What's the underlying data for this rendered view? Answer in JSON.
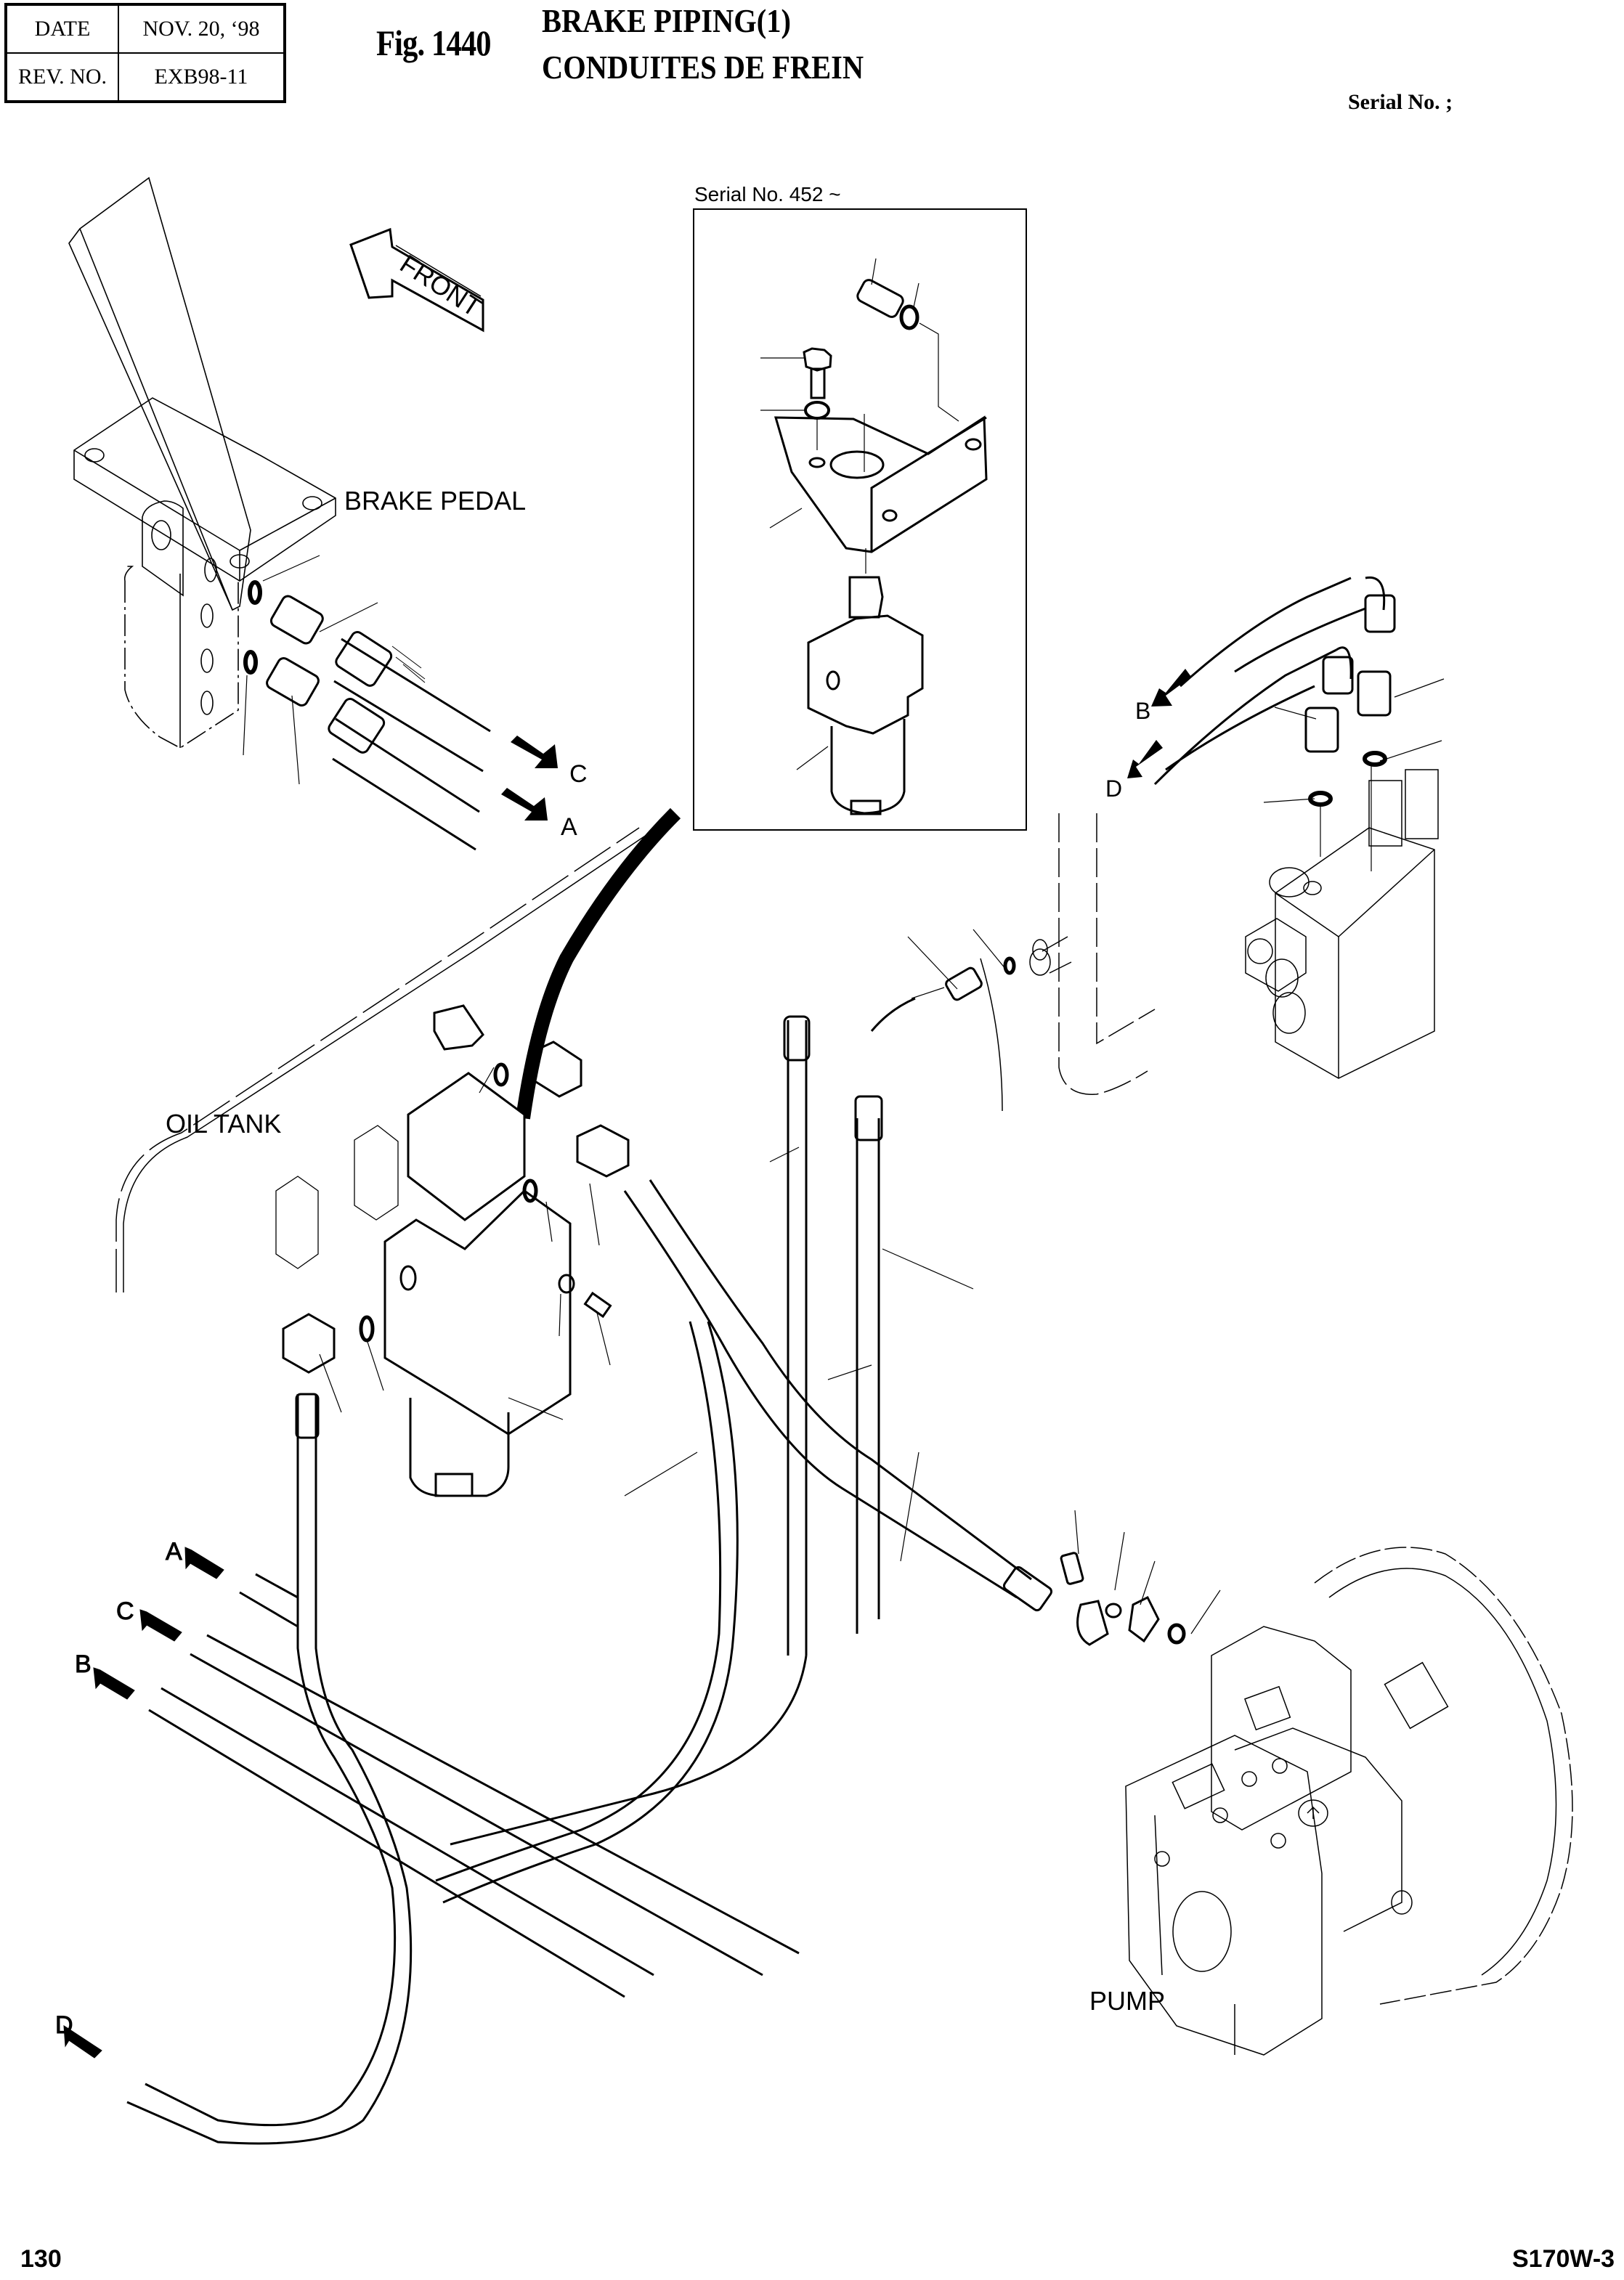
{
  "header": {
    "table": {
      "date_label": "DATE",
      "date_value": "NOV. 20, ‘98",
      "rev_label": "REV. NO.",
      "rev_value": "EXB98-11"
    },
    "figure_number": "Fig. 1440",
    "title_en": "BRAKE PIPING(1)",
    "title_fr": "CONDUITES DE FREIN",
    "serial_label": "Serial No. ;"
  },
  "inset": {
    "serial_label": "Serial No. 452 ~",
    "parts": [
      "bolt",
      "lock-washer",
      "bolt",
      "washer",
      "bracket",
      "brake-valve-cartridge",
      "filter-body"
    ]
  },
  "labels": {
    "front": "FRONT",
    "brake_pedal": "BRAKE PEDAL",
    "oil_tank": "OIL TANK",
    "pump": "PUMP"
  },
  "connection_markers": {
    "pedal_outputs": [
      "C",
      "A"
    ],
    "valve_outputs": [
      "B",
      "D"
    ],
    "left_returns": [
      "A",
      "C",
      "B",
      "D"
    ]
  },
  "footer": {
    "page_number": "130",
    "model": "S170W-3"
  },
  "colors": {
    "ink": "#000000",
    "paper": "#ffffff"
  }
}
